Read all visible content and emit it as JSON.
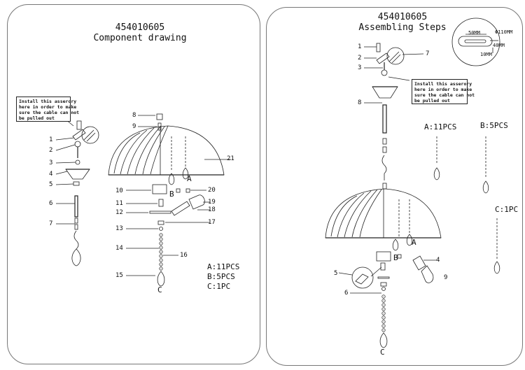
{
  "left": {
    "code": "454010605",
    "title": "Component drawing",
    "note": [
      "Install this asserory",
      "here in order to make",
      "sure the cable can not",
      "be pulled out"
    ],
    "callouts": [
      "1",
      "2",
      "3",
      "4",
      "5",
      "6",
      "7",
      "8",
      "9",
      "10",
      "11",
      "12",
      "13",
      "14",
      "15",
      "16",
      "17",
      "18",
      "19",
      "20",
      "21"
    ],
    "drop_labels": [
      "A",
      "B",
      "C"
    ],
    "quantities": [
      "A:11PCS",
      "B:5PCS",
      "C:1PC"
    ]
  },
  "right": {
    "code": "454010605",
    "title": "Assembling Steps",
    "dims": [
      "50MM",
      "Φ110MM",
      "40MM",
      "10MM"
    ],
    "note": [
      "Install this asserory",
      "here in order to make",
      "sure the cable can not",
      "be pulled out"
    ],
    "callouts_top": [
      "1",
      "2",
      "3",
      "7",
      "8"
    ],
    "callouts_bottom": [
      "4",
      "5",
      "6",
      "9"
    ],
    "drop_labels": [
      "A",
      "B",
      "C"
    ],
    "quantities": [
      "A:11PCS",
      "B:5PCS",
      "C:1PC"
    ]
  }
}
